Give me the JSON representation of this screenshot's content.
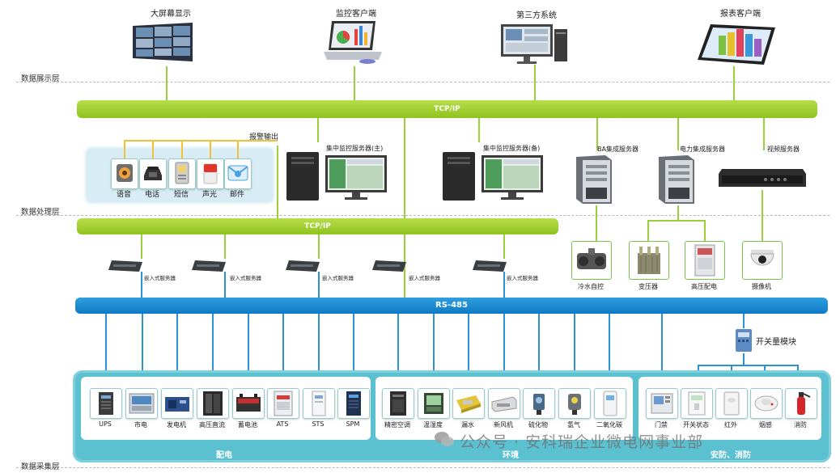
{
  "layers": {
    "display": "数据展示层",
    "processing": "数据处理层",
    "collection": "数据采集层"
  },
  "top_clients": {
    "big_screen": "大屏幕显示",
    "monitor_client": "监控客户端",
    "third_party": "第三方系统",
    "report_client": "报表客户端"
  },
  "buses": {
    "tcp_top": "TCP/IP",
    "tcp_mid": "TCP/IP",
    "rs485": "RS-485"
  },
  "alarm": {
    "label": "报警输出",
    "devices": [
      "语音",
      "电话",
      "短信",
      "声光",
      "邮件"
    ]
  },
  "servers": {
    "main": "集中监控服务器(主)",
    "backup": "集中监控服务器(备)",
    "ba": "BA集成服务器",
    "power": "电力集成服务器",
    "video": "视频服务器"
  },
  "embedded_servers": [
    "嵌入式服务器",
    "嵌入式服务器",
    "嵌入式服务器",
    "嵌入式服务器",
    "嵌入式服务器"
  ],
  "integrated_devices": [
    "冷水自控",
    "变压器",
    "高压配电",
    "摄像机"
  ],
  "switch_module": "开关量模块",
  "sections": {
    "power": {
      "title": "配电",
      "items": [
        "UPS",
        "市电",
        "发电机",
        "高压直流",
        "蓄电池",
        "ATS",
        "STS",
        "SPM"
      ]
    },
    "environment": {
      "title": "环境",
      "items": [
        "精密空调",
        "温湿度",
        "漏水",
        "新风机",
        "硫化物",
        "氢气",
        "二氧化碳"
      ]
    },
    "security": {
      "title": "安防、消防",
      "items": [
        "门禁",
        "开关状态",
        "红外",
        "烟感",
        "消防"
      ]
    }
  },
  "watermark": "公众号 · 安科瑞企业微电网事业部",
  "colors": {
    "green_bus": "#8fc31f",
    "blue_bus": "#0f79c4",
    "teal_panel": "#5bc0d0"
  }
}
